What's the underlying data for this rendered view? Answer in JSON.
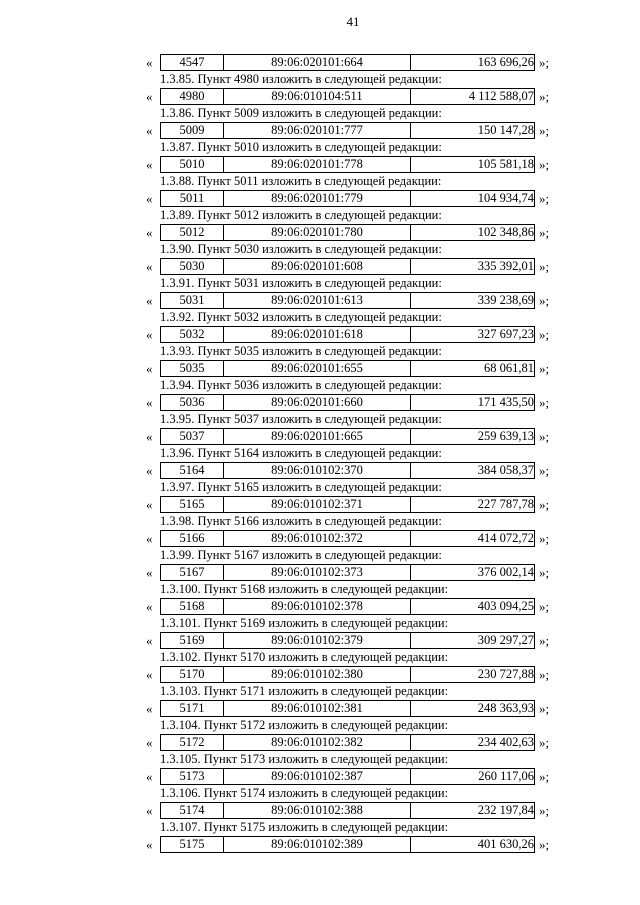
{
  "page_number": "41",
  "marks": {
    "open": "«",
    "close": "»;"
  },
  "items": [
    {
      "num": "4547",
      "cadastral": "89:06:020101:664",
      "amount": "163 696,26",
      "caption": "1.3.85. Пункт 4980 изложить в следующей редакции:"
    },
    {
      "num": "4980",
      "cadastral": "89:06:010104:511",
      "amount": "4 112 588,07",
      "caption": "1.3.86. Пункт 5009 изложить в следующей редакции:"
    },
    {
      "num": "5009",
      "cadastral": "89:06:020101:777",
      "amount": "150 147,28",
      "caption": "1.3.87. Пункт 5010 изложить в следующей редакции:"
    },
    {
      "num": "5010",
      "cadastral": "89:06:020101:778",
      "amount": "105 581,18",
      "caption": "1.3.88. Пункт 5011 изложить в следующей редакции:"
    },
    {
      "num": "5011",
      "cadastral": "89:06:020101:779",
      "amount": "104 934,74",
      "caption": "1.3.89. Пункт 5012 изложить в следующей редакции:"
    },
    {
      "num": "5012",
      "cadastral": "89:06:020101:780",
      "amount": "102 348,86",
      "caption": "1.3.90. Пункт 5030 изложить в следующей редакции:"
    },
    {
      "num": "5030",
      "cadastral": "89:06:020101:608",
      "amount": "335 392,01",
      "caption": "1.3.91. Пункт 5031 изложить в следующей редакции:"
    },
    {
      "num": "5031",
      "cadastral": "89:06:020101:613",
      "amount": "339 238,69",
      "caption": "1.3.92. Пункт 5032 изложить в следующей редакции:"
    },
    {
      "num": "5032",
      "cadastral": "89:06:020101:618",
      "amount": "327 697,23",
      "caption": "1.3.93. Пункт 5035 изложить в следующей редакции:"
    },
    {
      "num": "5035",
      "cadastral": "89:06:020101:655",
      "amount": "68 061,81",
      "caption": "1.3.94. Пункт 5036 изложить в следующей редакции:"
    },
    {
      "num": "5036",
      "cadastral": "89:06:020101:660",
      "amount": "171 435,50",
      "caption": "1.3.95. Пункт 5037 изложить в следующей редакции:"
    },
    {
      "num": "5037",
      "cadastral": "89:06:020101:665",
      "amount": "259 639,13",
      "caption": "1.3.96. Пункт 5164 изложить в следующей редакции:"
    },
    {
      "num": "5164",
      "cadastral": "89:06:010102:370",
      "amount": "384 058,37",
      "caption": "1.3.97. Пункт 5165 изложить в следующей редакции:"
    },
    {
      "num": "5165",
      "cadastral": "89:06:010102:371",
      "amount": "227 787,78",
      "caption": "1.3.98. Пункт 5166 изложить в следующей редакции:"
    },
    {
      "num": "5166",
      "cadastral": "89:06:010102:372",
      "amount": "414 072,72",
      "caption": "1.3.99. Пункт 5167 изложить в следующей редакции:"
    },
    {
      "num": "5167",
      "cadastral": "89:06:010102:373",
      "amount": "376 002,14",
      "caption": "1.3.100. Пункт 5168 изложить в следующей редакции:"
    },
    {
      "num": "5168",
      "cadastral": "89:06:010102:378",
      "amount": "403 094,25",
      "caption": "1.3.101. Пункт 5169 изложить в следующей редакции:"
    },
    {
      "num": "5169",
      "cadastral": "89:06:010102:379",
      "amount": "309 297,27",
      "caption": "1.3.102. Пункт 5170 изложить в следующей редакции:"
    },
    {
      "num": "5170",
      "cadastral": "89:06:010102:380",
      "amount": "230 727,88",
      "caption": "1.3.103. Пункт 5171 изложить в следующей редакции:"
    },
    {
      "num": "5171",
      "cadastral": "89:06:010102:381",
      "amount": "248 363,93",
      "caption": "1.3.104. Пункт 5172 изложить в следующей редакции:"
    },
    {
      "num": "5172",
      "cadastral": "89:06:010102:382",
      "amount": "234 402,63",
      "caption": "1.3.105. Пункт 5173 изложить в следующей редакции:"
    },
    {
      "num": "5173",
      "cadastral": "89:06:010102:387",
      "amount": "260 117,06",
      "caption": "1.3.106. Пункт 5174 изложить в следующей редакции:"
    },
    {
      "num": "5174",
      "cadastral": "89:06:010102:388",
      "amount": "232 197,84",
      "caption": "1.3.107. Пункт 5175 изложить в следующей редакции:"
    },
    {
      "num": "5175",
      "cadastral": "89:06:010102:389",
      "amount": "401 630,26",
      "caption": null
    }
  ]
}
